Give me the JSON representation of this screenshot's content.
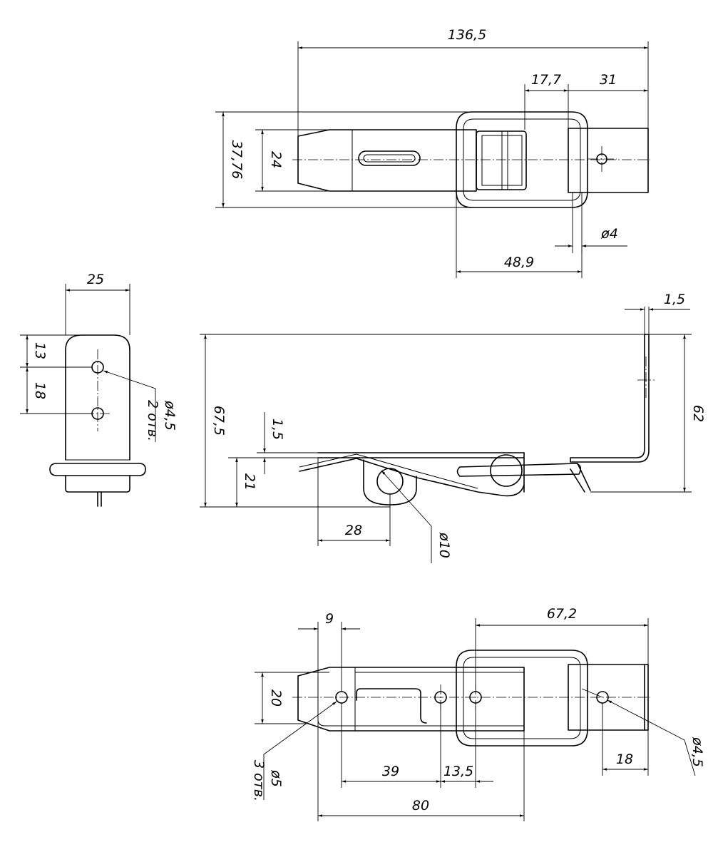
{
  "top_view": {
    "overall_length": "136,5",
    "dim_17_7": "17,7",
    "dim_31": "31",
    "height_outer": "37,76",
    "height_inner": "24",
    "hole_dia": "ø4",
    "loop_length": "48,9"
  },
  "left_view": {
    "width": "25",
    "dim_13": "13",
    "dim_18": "18",
    "hole_dia": "ø4,5",
    "hole_count": "2 отв."
  },
  "side_view": {
    "height_total": "67,5",
    "thickness": "1,5",
    "dim_1_5": "1,5",
    "dim_21": "21",
    "hook_height": "62",
    "dim_28": "28",
    "pivot_dia": "ø10"
  },
  "bottom_view": {
    "dim_9": "9",
    "dim_67_2": "67,2",
    "width": "20",
    "hole_dia_left": "ø5",
    "hole_count_left": "3 отв.",
    "dim_39": "39",
    "dim_13_5": "13,5",
    "dim_80": "80",
    "dim_18": "18",
    "hole_dia_right": "ø4,5"
  }
}
